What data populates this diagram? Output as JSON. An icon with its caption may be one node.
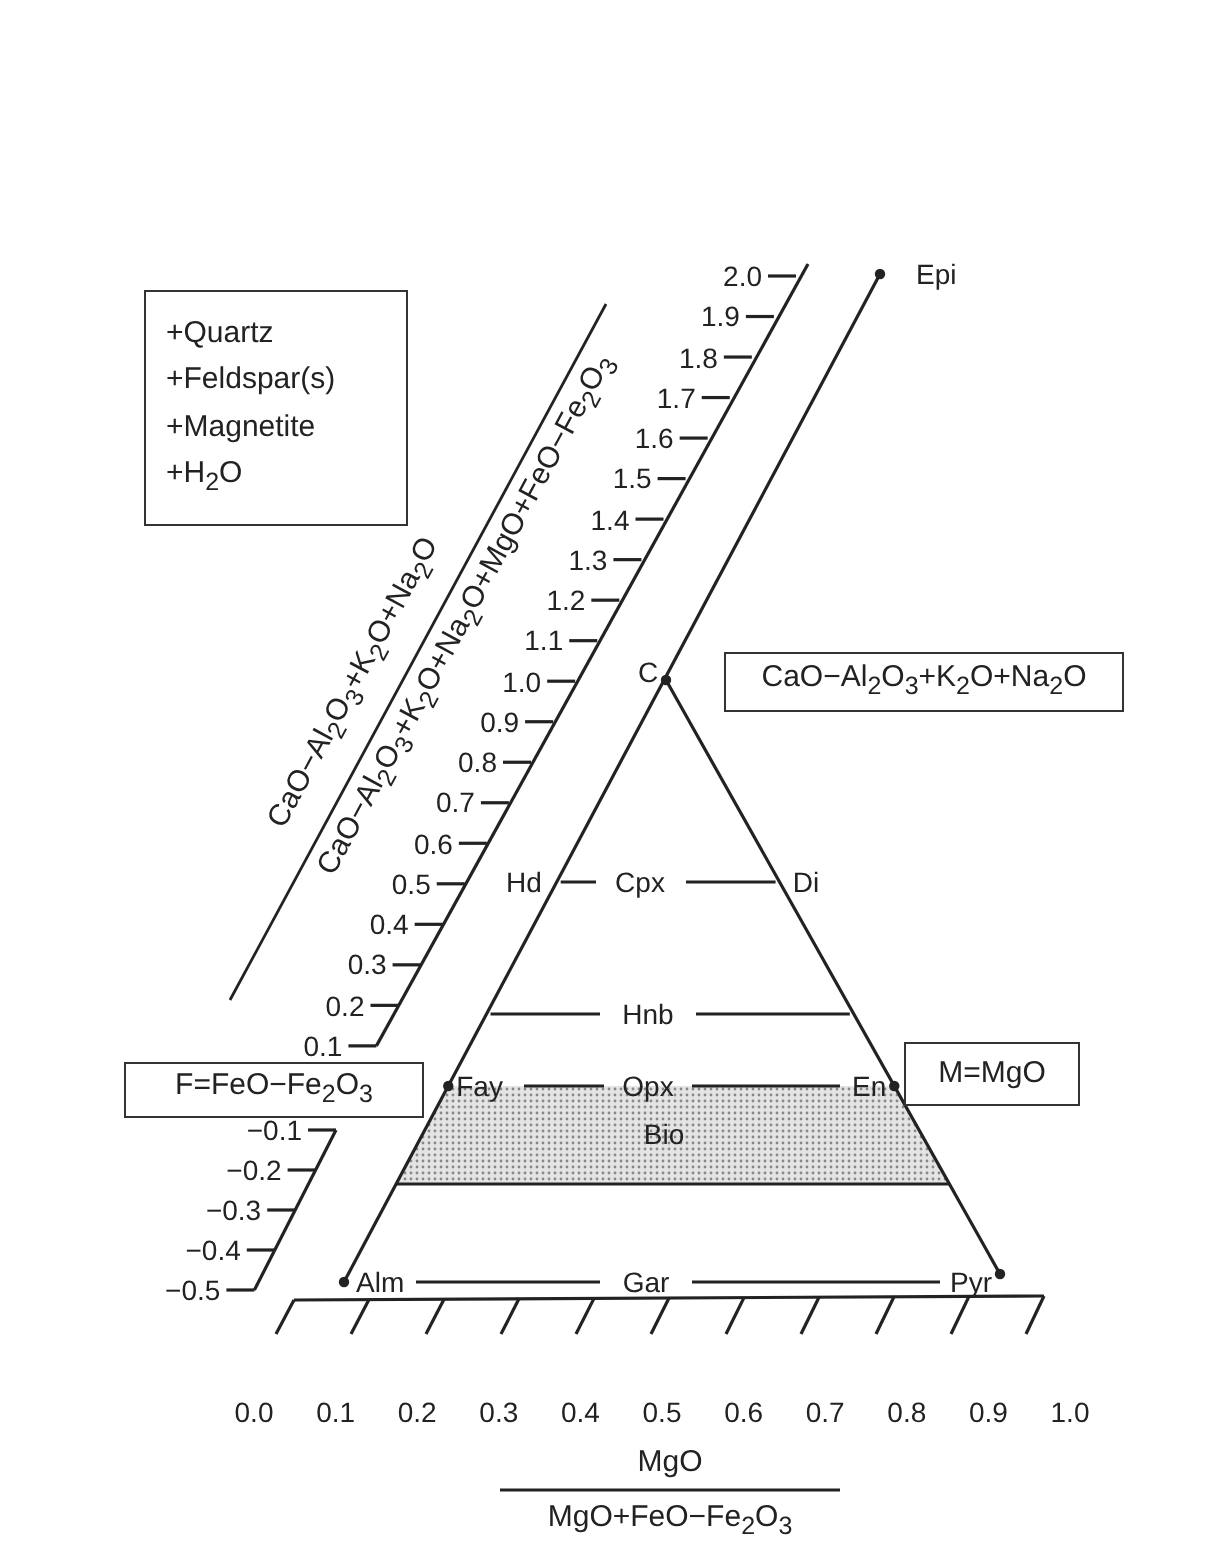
{
  "diagram": {
    "nodes": [
      {
        "text": [
          "+Quartz",
          "+Feldspar(s)",
          "+Magnetite",
          "+H$_{2}$O"
        ]
      },
      {
        "text": [
          "CaO−Al$_{2}$O$_{3}$+K$_{2}$O+Na$_{2}$O"
        ]
      },
      {
        "text": [
          "F=FeO−Fe$_{2}$O$_{3}$"
        ]
      },
      {
        "text": [
          "M=MgO"
        ]
      }
    ],
    "labels": [
      "2.0",
      "1.9",
      "1.8",
      "1.7",
      "1.6",
      "1.5",
      "1.4",
      "1.3",
      "1.2",
      "1.1",
      "1.0",
      "0.9",
      "0.8",
      "0.7",
      "0.6",
      "0.5",
      "0.4",
      "0.3",
      "0.2",
      "0.1",
      "CaO−Al$_{2}$O$_{3}$+K$_{2}$O+Na$_{2}$O",
      "CaO−Al$_{2}$O$_{3}$+K$_{2}$O+Na$_{2}$O+MgO+FeO−Fe$_{2}$O$_{3}$",
      "Epi",
      "C",
      "Hd",
      "Cpx",
      "Di",
      "Hnb",
      "Fay",
      "Opx",
      "En",
      "−0.1",
      "Bio",
      "−0.2",
      "−0.3",
      "−0.4",
      "−0.5",
      "Alm",
      "Gar",
      "Pyr",
      "0.0",
      "0.1",
      "0.2",
      "0.3",
      "0.4",
      "0.5",
      "0.6",
      "0.7",
      "0.8",
      "0.9",
      "1.0",
      "MgO",
      "MgO+FeO−Fe$_{2}$O$_{3}$"
    ]
  }
}
